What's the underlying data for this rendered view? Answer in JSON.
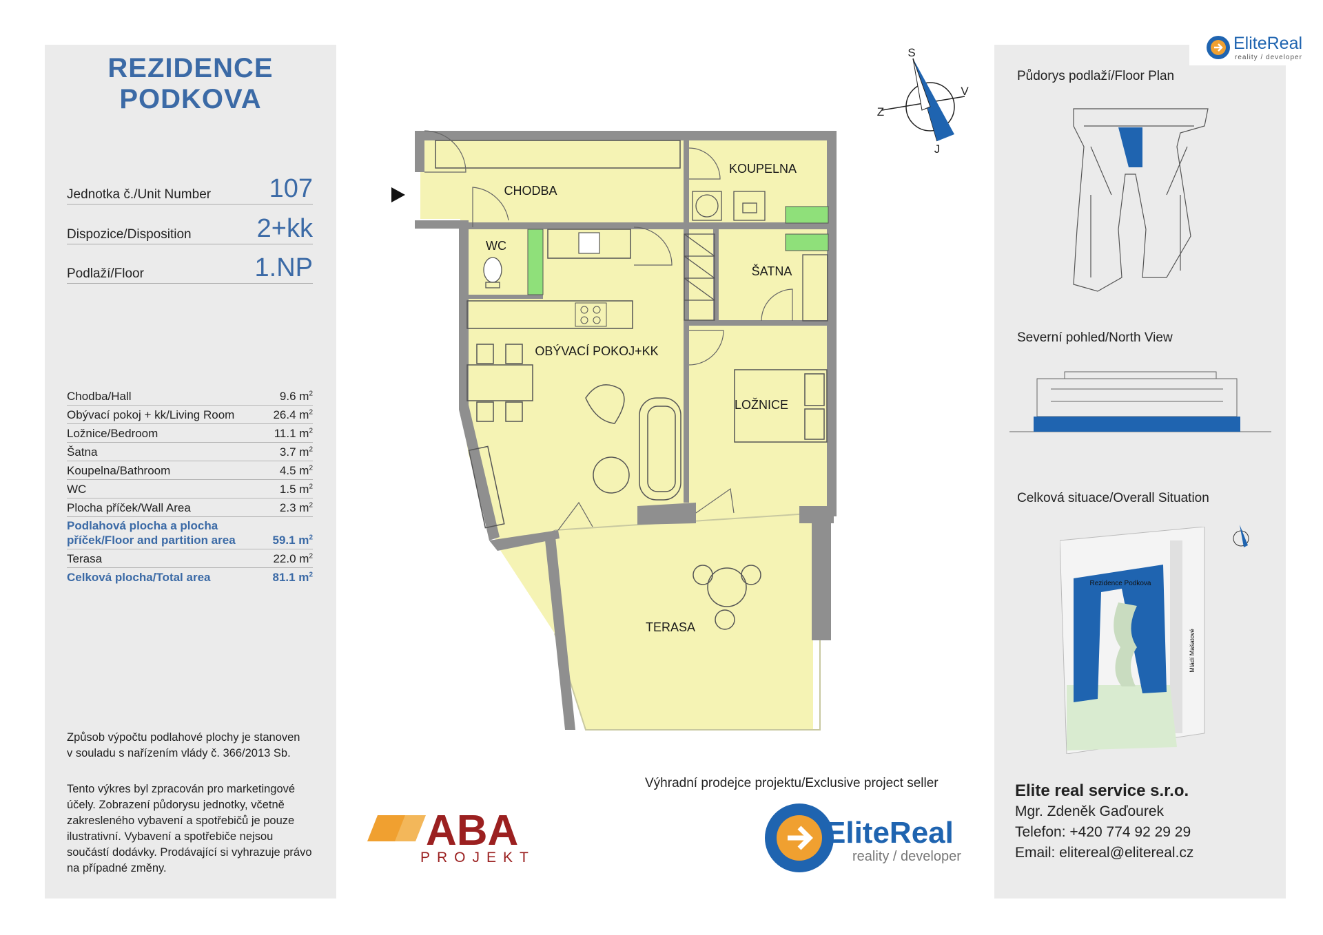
{
  "project": {
    "title_line1": "REZIDENCE",
    "title_line2": "PODKOVA"
  },
  "unit": [
    {
      "label": "Jednotka č./Unit Number",
      "value": "107"
    },
    {
      "label": "Dispozice/Disposition",
      "value": "2+kk"
    },
    {
      "label": "Podlaží/Floor",
      "value": "1.NP"
    }
  ],
  "areas": [
    {
      "label": "Chodba/Hall",
      "value": "9.6 m",
      "unit_sup": "2"
    },
    {
      "label": "Obývací pokoj + kk/Living Room",
      "value": "26.4 m",
      "unit_sup": "2"
    },
    {
      "label": "Ložnice/Bedroom",
      "value": "11.1 m",
      "unit_sup": "2"
    },
    {
      "label": "Šatna",
      "value": "3.7 m",
      "unit_sup": "2"
    },
    {
      "label": "Koupelna/Bathroom",
      "value": "4.5 m",
      "unit_sup": "2"
    },
    {
      "label": "WC",
      "value": "1.5 m",
      "unit_sup": "2"
    },
    {
      "label": "Plocha příček/Wall Area",
      "value": "2.3 m",
      "unit_sup": "2"
    },
    {
      "label_line1": "Podlahová plocha a plocha",
      "label_line2": "příček/Floor and partition area",
      "value": "59.1 m",
      "unit_sup": "2"
    },
    {
      "label": "Terasa",
      "value": "22.0 m",
      "unit_sup": "2"
    },
    {
      "label": "Celková plocha/Total area",
      "value": "81.1 m",
      "unit_sup": "2"
    }
  ],
  "notes": {
    "calc": "Způsob výpočtu podlahové plochy je stanoven v souladu s nařízením vlády č. 366/2013 Sb.",
    "disclaimer": "Tento výkres byl zpracován pro marketingové účely. Zobrazení půdorysu jednotky, včetně zakresleného vybavení a spotřebičů je pouze ilustrativní. Vybavení a spotřebiče nejsou součástí dodávky. Prodávající si vyhrazuje právo na případné změny."
  },
  "rooms": {
    "chodba": "CHODBA",
    "koupelna": "KOUPELNA",
    "wc": "WC",
    "satna": "ŠATNA",
    "obyvaci": "OBÝVACÍ POKOJ+KK",
    "loznice": "LOŽNICE",
    "terasa": "TERASA"
  },
  "compass": {
    "s": "S",
    "j": "J",
    "v": "V",
    "z": "Z"
  },
  "right_panel": {
    "floor_plan_label": "Půdorys podlaží/Floor Plan",
    "north_view_label": "Severní pohled/North View",
    "situation_label": "Celková situace/Overall Situation",
    "situation_building": "Rezidence Podkova",
    "situation_street": "Mládí Mašatové"
  },
  "seller": {
    "label": "Výhradní prodejce projektu/Exclusive project seller"
  },
  "logos": {
    "elite_name": "EliteReal",
    "elite_tagline": "reality / developer",
    "elite_small_tagline": "reality / developer",
    "aba_name": "ABA",
    "aba_sub": "PROJEKT"
  },
  "contact": {
    "company": "Elite real service s.r.o.",
    "person": "Mgr. Zdeněk Gaďourek",
    "phone": "Telefon: +420 774 92 29 29",
    "email": "Email: elitereal@elitereal.cz"
  },
  "colors": {
    "accent_blue": "#3b6aa6",
    "room_fill": "#f5f3b4",
    "wall": "#8f8f8f",
    "green": "#8fe07a",
    "plan_blue": "#1f64b0",
    "aba_red": "#9b2020",
    "aba_orange": "#f0a030"
  }
}
